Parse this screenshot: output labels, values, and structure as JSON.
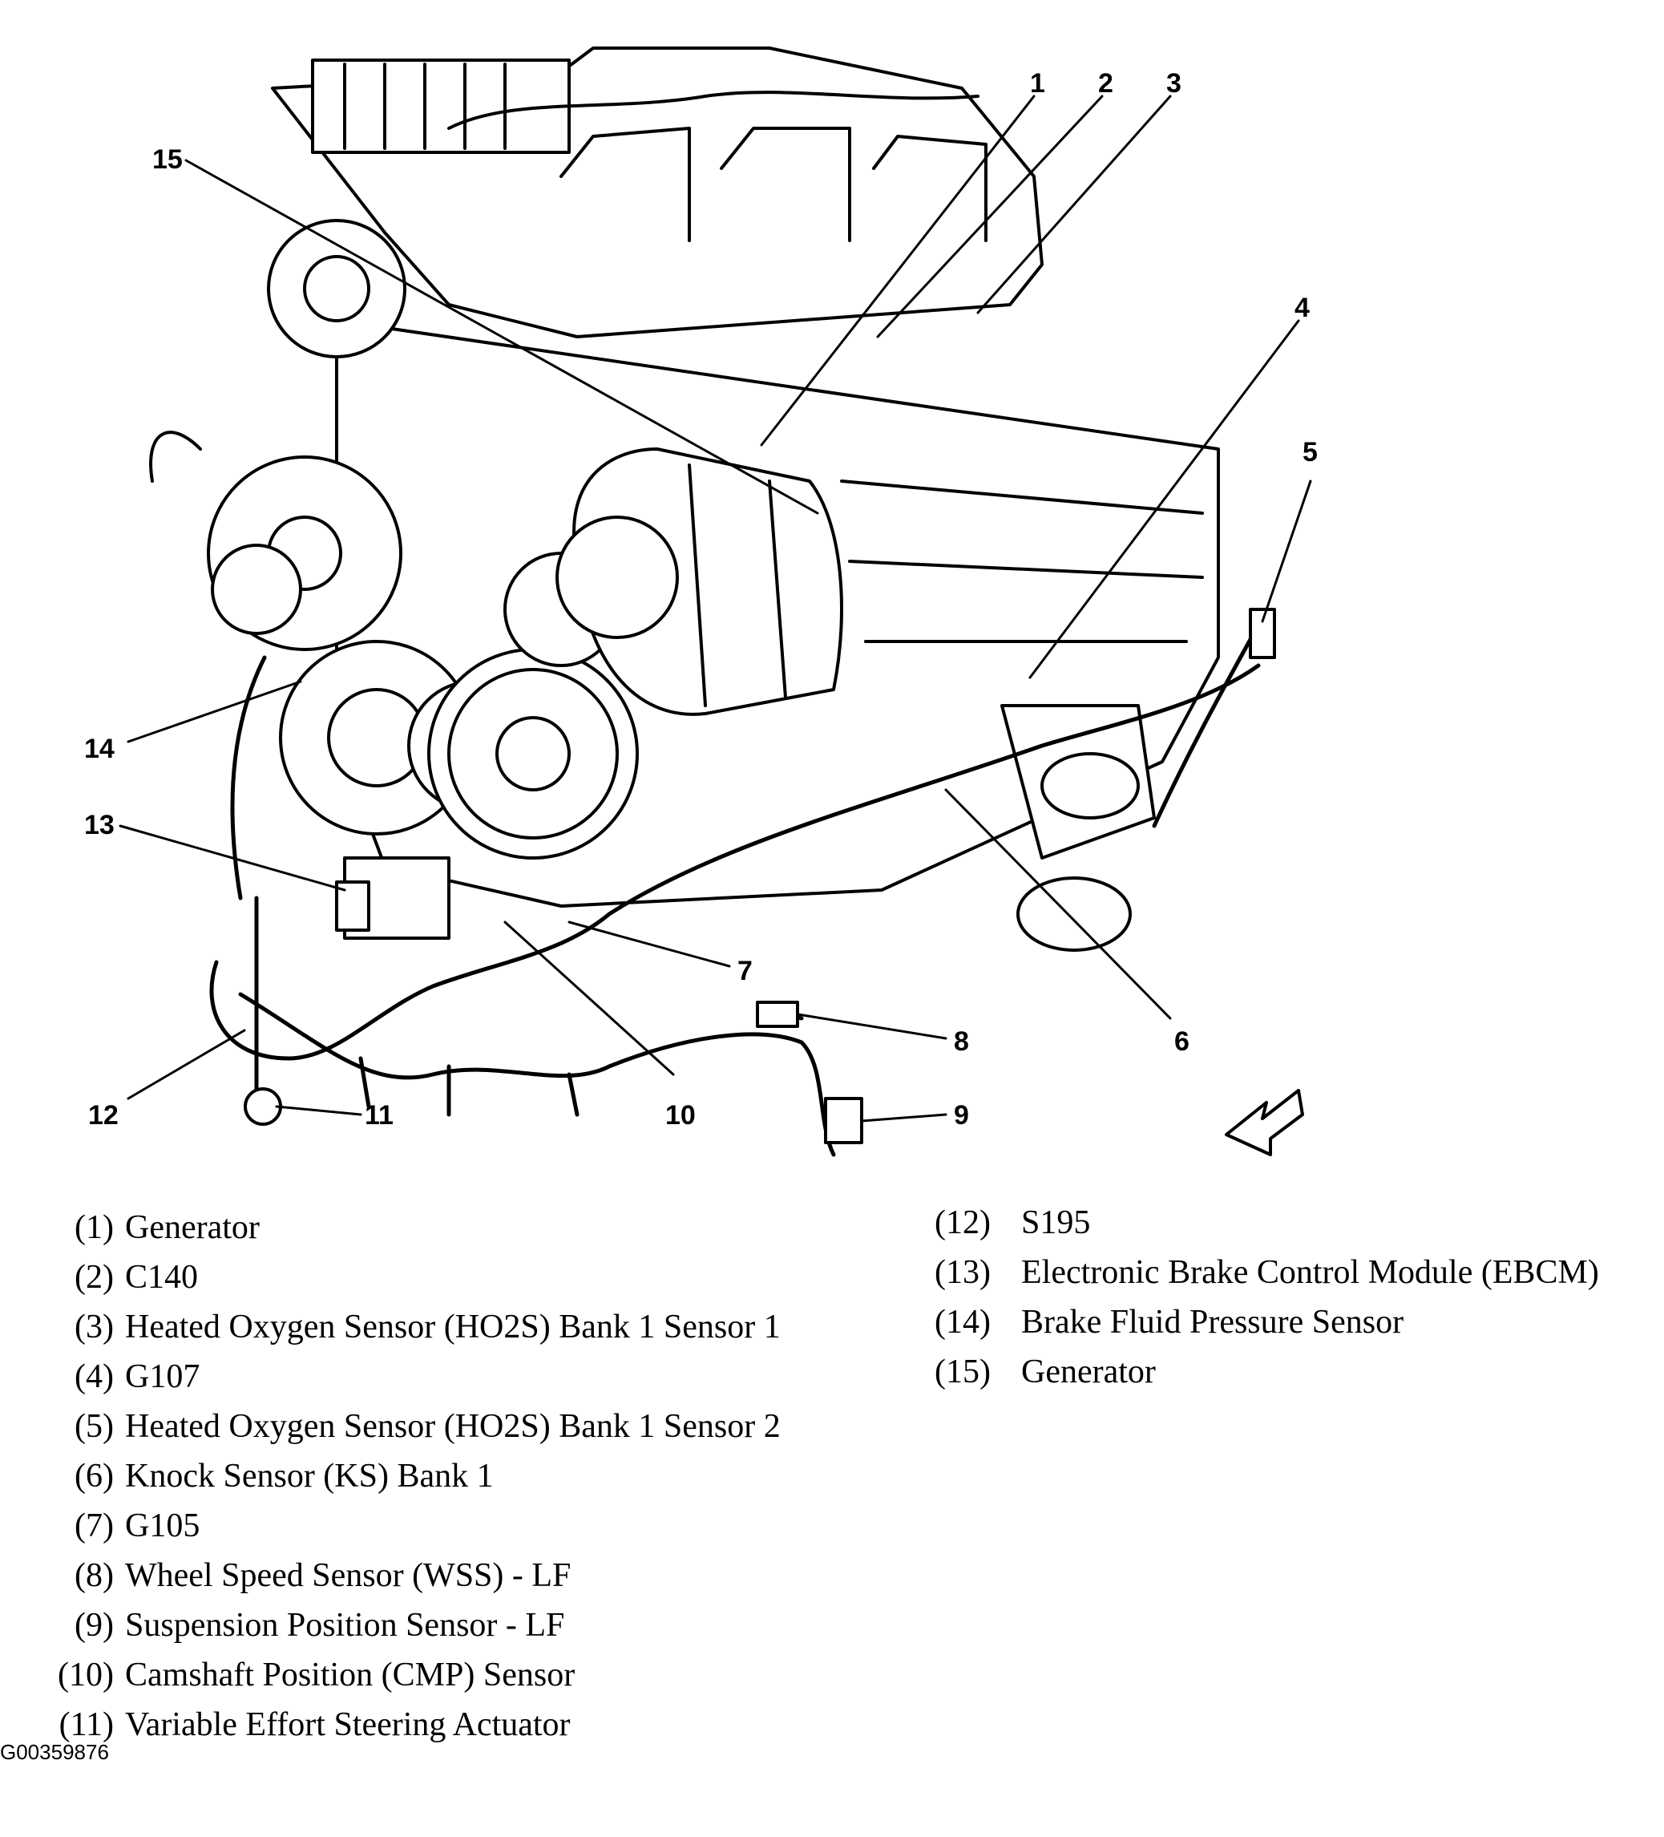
{
  "diagram": {
    "callouts": [
      "1",
      "2",
      "3",
      "4",
      "5",
      "6",
      "7",
      "8",
      "9",
      "10",
      "11",
      "12",
      "13",
      "14",
      "15"
    ],
    "direction_arrow": "arrow-icon"
  },
  "legend": {
    "left": [
      {
        "num": "(1)",
        "text": "Generator"
      },
      {
        "num": "(2)",
        "text": "C140"
      },
      {
        "num": "(3)",
        "text": "Heated Oxygen Sensor (HO2S) Bank 1 Sensor 1"
      },
      {
        "num": "(4)",
        "text": "G107"
      },
      {
        "num": "(5)",
        "text": "Heated Oxygen Sensor (HO2S) Bank 1 Sensor 2"
      },
      {
        "num": "(6)",
        "text": "Knock Sensor (KS) Bank 1"
      },
      {
        "num": "(7)",
        "text": "G105"
      },
      {
        "num": "(8)",
        "text": "Wheel Speed Sensor (WSS) - LF"
      },
      {
        "num": "(9)",
        "text": "Suspension Position Sensor - LF"
      },
      {
        "num": "(10)",
        "text": "Camshaft Position (CMP) Sensor"
      },
      {
        "num": "(11)",
        "text": "Variable Effort Steering Actuator"
      }
    ],
    "right": [
      {
        "num": "(12)",
        "text": "S195"
      },
      {
        "num": "(13)",
        "text": "Electronic Brake Control Module (EBCM)"
      },
      {
        "num": "(14)",
        "text": "Brake Fluid Pressure Sensor"
      },
      {
        "num": "(15)",
        "text": "Generator"
      }
    ]
  },
  "figure_id": "G00359876"
}
